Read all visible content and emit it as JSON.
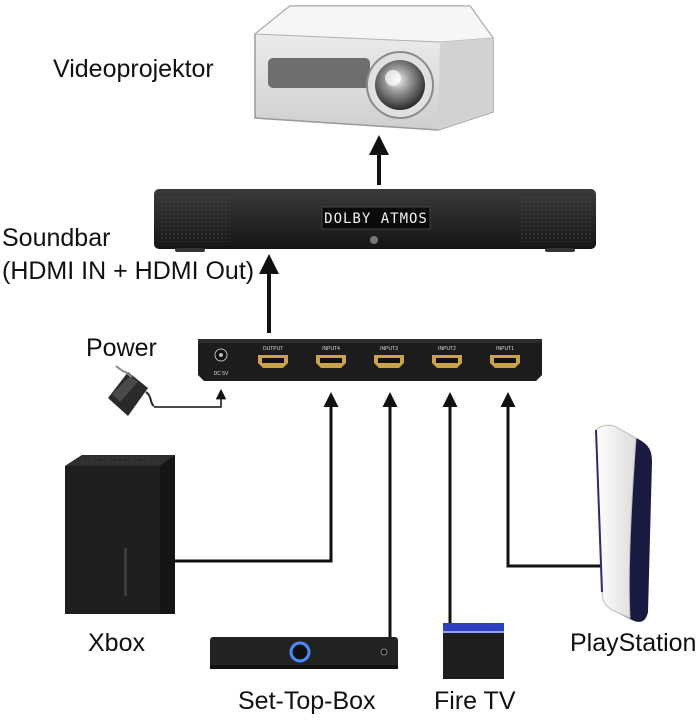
{
  "labels": {
    "projector": "Videoprojektor",
    "soundbar_line1": "Soundbar",
    "soundbar_line2": "(HDMI IN + HDMI Out)",
    "power": "Power",
    "xbox": "Xbox",
    "settopbox": "Set-Top-Box",
    "firetv": "Fire TV",
    "playstation": "PlayStation"
  },
  "soundbar_display": "DOLBY ATMOS",
  "switch_ports": {
    "dc": "DC 5V",
    "output": "OUTPUT",
    "input4": "INPUT4",
    "input3": "INPUT3",
    "input2": "INPUT2",
    "input1": "INPUT1"
  },
  "colors": {
    "line": "#111111",
    "device_dark": "#1e1e1e",
    "projector_body": "#e6e6e6",
    "firetv_accent": "#2b3fbf",
    "settop_led": "#4a8cff"
  }
}
